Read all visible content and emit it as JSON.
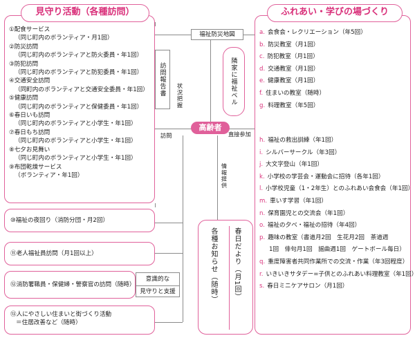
{
  "left_header": "見守り活動（各種訪問）",
  "right_header": "ふれあい・学びの場づくり",
  "visit_items": [
    {
      "title": "①配食サービス",
      "detail": "（同じ町内のボランティア・月1回）"
    },
    {
      "title": "②防災訪問",
      "detail": "（同じ町内のボランティアと防火委員・年1回）"
    },
    {
      "title": "③防犯訪問",
      "detail": "（同じ町内のボランティアと防犯委員・年1回）"
    },
    {
      "title": "④交通安全訪問",
      "detail": "（同町内のボランティアと交通安全委員・年1回）"
    },
    {
      "title": "⑤健康訪問",
      "detail": "（同じ町内のボランティアと保健委員・年1回）"
    },
    {
      "title": "⑥春日いも訪問",
      "detail": "（同じ町内のボランティアと小学生・年1回）"
    },
    {
      "title": "⑦春日もち訪問",
      "detail": "（同じ町内のボランティアと小学生・年1回）"
    },
    {
      "title": "⑧七夕お見舞い",
      "detail": "（同じ町内のボランティアと小学生・年1回）"
    },
    {
      "title": "⑨布団乾燥サービス",
      "detail": "（ボランティア・年1回）"
    }
  ],
  "report_box": "訪問報告書",
  "hub": "高齢者",
  "label_houmon": "訪問",
  "label_joukyou": "状況把握",
  "label_chokusetsu": "直接参加",
  "label_jouhou": "情報提供",
  "map_box": "福祉防災地図",
  "bell_box": "隣家に福祉ベル",
  "box10": "⑩福祉の夜回り（消防分団・月2回）",
  "box11": "⑪老人福祉員訪問（月1回以上）",
  "box12": "⑫消防署職員・保健婦・警察官の訪問（随時）",
  "box12_note1": "意識的な",
  "box12_note2": "見守りと支援",
  "box13_line1": "⑬人にやさしい住まいと街づくり活動",
  "box13_line2": "＝住居改善など（随時）",
  "oshirase": "各種お知らせ（随時）",
  "kasuga_dayori": "春日だより（月1回）",
  "right_items_top": [
    {
      "letter": "a.",
      "text": "会食会・レクリエーション（年5回）"
    },
    {
      "letter": "b.",
      "text": "防災教室（月1回）"
    },
    {
      "letter": "c.",
      "text": "防犯教室（月1回）"
    },
    {
      "letter": "d.",
      "text": "交通教室（月1回）"
    },
    {
      "letter": "e.",
      "text": "健康教室（月1回）"
    },
    {
      "letter": "f.",
      "text": "住まいの教室（随時）"
    },
    {
      "letter": "g.",
      "text": "料理教室（年5回）"
    }
  ],
  "right_items_bottom": [
    {
      "letter": "h.",
      "text": "福祉の救出訓練（年1回）"
    },
    {
      "letter": "i.",
      "text": "シルバーサークル（年3回）"
    },
    {
      "letter": "j.",
      "text": "大文字登山（年1回）"
    },
    {
      "letter": "k.",
      "text": "小学校の学芸会・運動会に招待（各年1回）"
    },
    {
      "letter": "l.",
      "text": "小学校児童（1・2年生）とのふれあい会食会（年1回）"
    },
    {
      "letter": "m.",
      "text": "車いす学習（年1回）"
    },
    {
      "letter": "n.",
      "text": "保育園児との交流会（年1回）"
    },
    {
      "letter": "o.",
      "text": "福祉の夕べ・福祉の招待（年4回）"
    },
    {
      "letter": "p.",
      "text": "趣味の教室（書道月2回　生花月2回　茶道週"
    },
    {
      "letter": "",
      "text": "1回　俳句月1回　謡曲週1回　ゲートボール毎日）"
    },
    {
      "letter": "q.",
      "text": "重度障害者共同作業所での交流・作業（年3回程度）"
    },
    {
      "letter": "r.",
      "text": "いきいきサタデー=子供とのふれあい料理教室（年1回）"
    },
    {
      "letter": "s.",
      "text": "春日ミニケアサロン（月1回）"
    }
  ],
  "colors": {
    "accent": "#e0609a",
    "accent_text": "#d9307a",
    "line": "#8a8a8a"
  }
}
